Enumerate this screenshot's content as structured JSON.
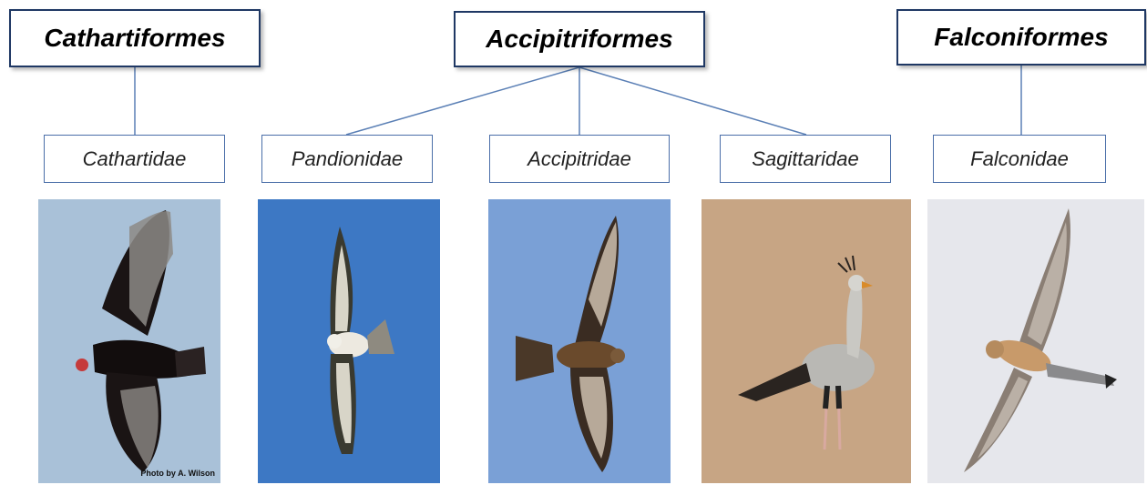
{
  "orders": [
    {
      "id": "cathartiformes",
      "label": "Cathartiformes"
    },
    {
      "id": "accipitriformes",
      "label": "Accipitriformes"
    },
    {
      "id": "falconiformes",
      "label": "Falconiformes"
    }
  ],
  "families": [
    {
      "id": "cathartidae",
      "label": "Cathartidae",
      "order": "cathartiformes"
    },
    {
      "id": "pandionidae",
      "label": "Pandionidae",
      "order": "accipitriformes"
    },
    {
      "id": "accipitridae",
      "label": "Accipitridae",
      "order": "accipitriformes"
    },
    {
      "id": "sagittaridae",
      "label": "Sagittaridae",
      "order": "accipitriformes"
    },
    {
      "id": "falconidae",
      "label": "Falconidae",
      "order": "falconiformes"
    }
  ],
  "photos": [
    {
      "id": "turkey-vulture",
      "family": "cathartidae",
      "credit": "Photo by A. Wilson",
      "background": "#a9c1d8"
    },
    {
      "id": "osprey",
      "family": "pandionidae",
      "background": "#3d78c4"
    },
    {
      "id": "buzzard",
      "family": "accipitridae",
      "background": "#7aa0d6"
    },
    {
      "id": "secretarybird",
      "family": "sagittaridae",
      "background": "#c7a584"
    },
    {
      "id": "kestrel",
      "family": "falconidae",
      "background": "#e6e7ec"
    }
  ],
  "colors": {
    "order_border": "#1f3864",
    "family_border": "#4a6ea8",
    "connector": "#5a7fb5"
  }
}
